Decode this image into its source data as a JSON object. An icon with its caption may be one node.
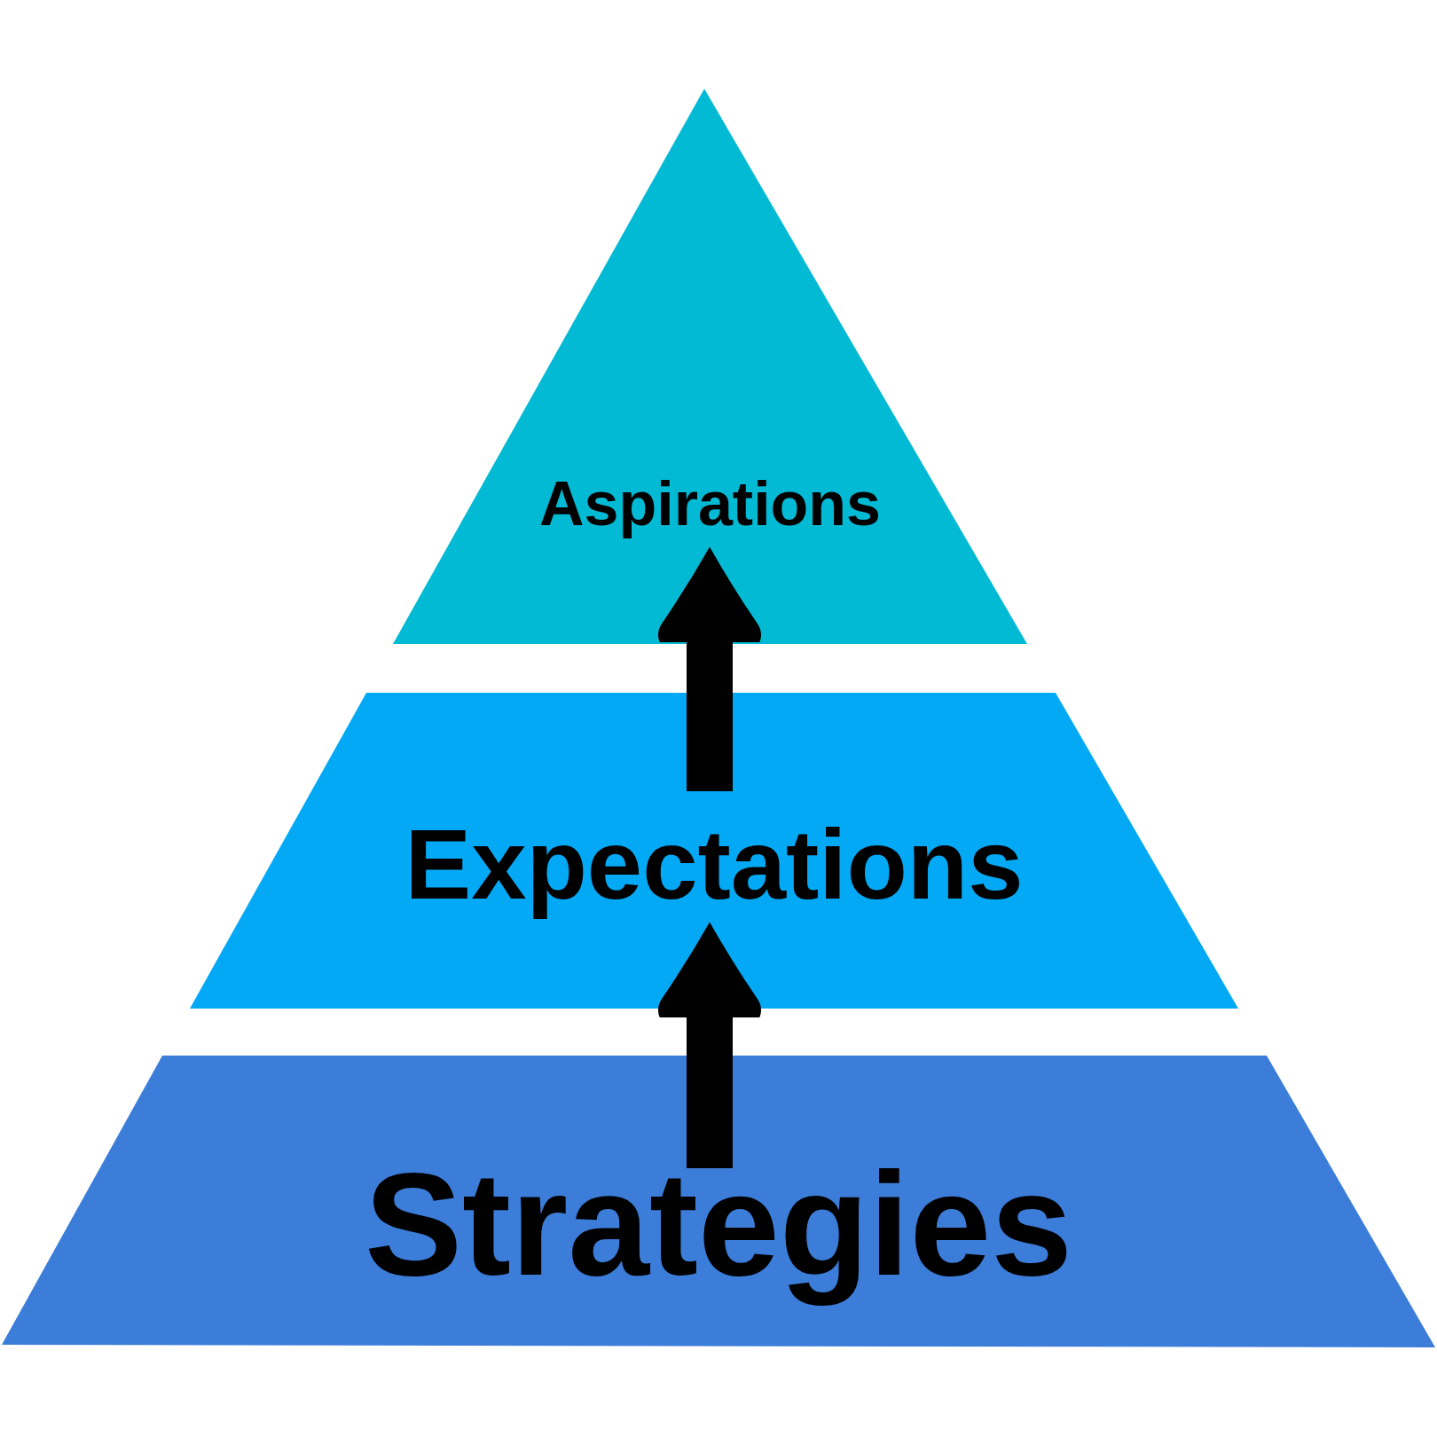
{
  "diagram": {
    "nodes": [
      {
        "text": [
          "Aspirations"
        ]
      },
      {
        "text": [
          "Expectations"
        ]
      },
      {
        "text": [
          "Strategies"
        ]
      }
    ],
    "edges": [
      {
        "from": 2,
        "to": 1,
        "arrow": "to"
      },
      {
        "from": 1,
        "to": 0,
        "arrow": "to"
      }
    ]
  }
}
